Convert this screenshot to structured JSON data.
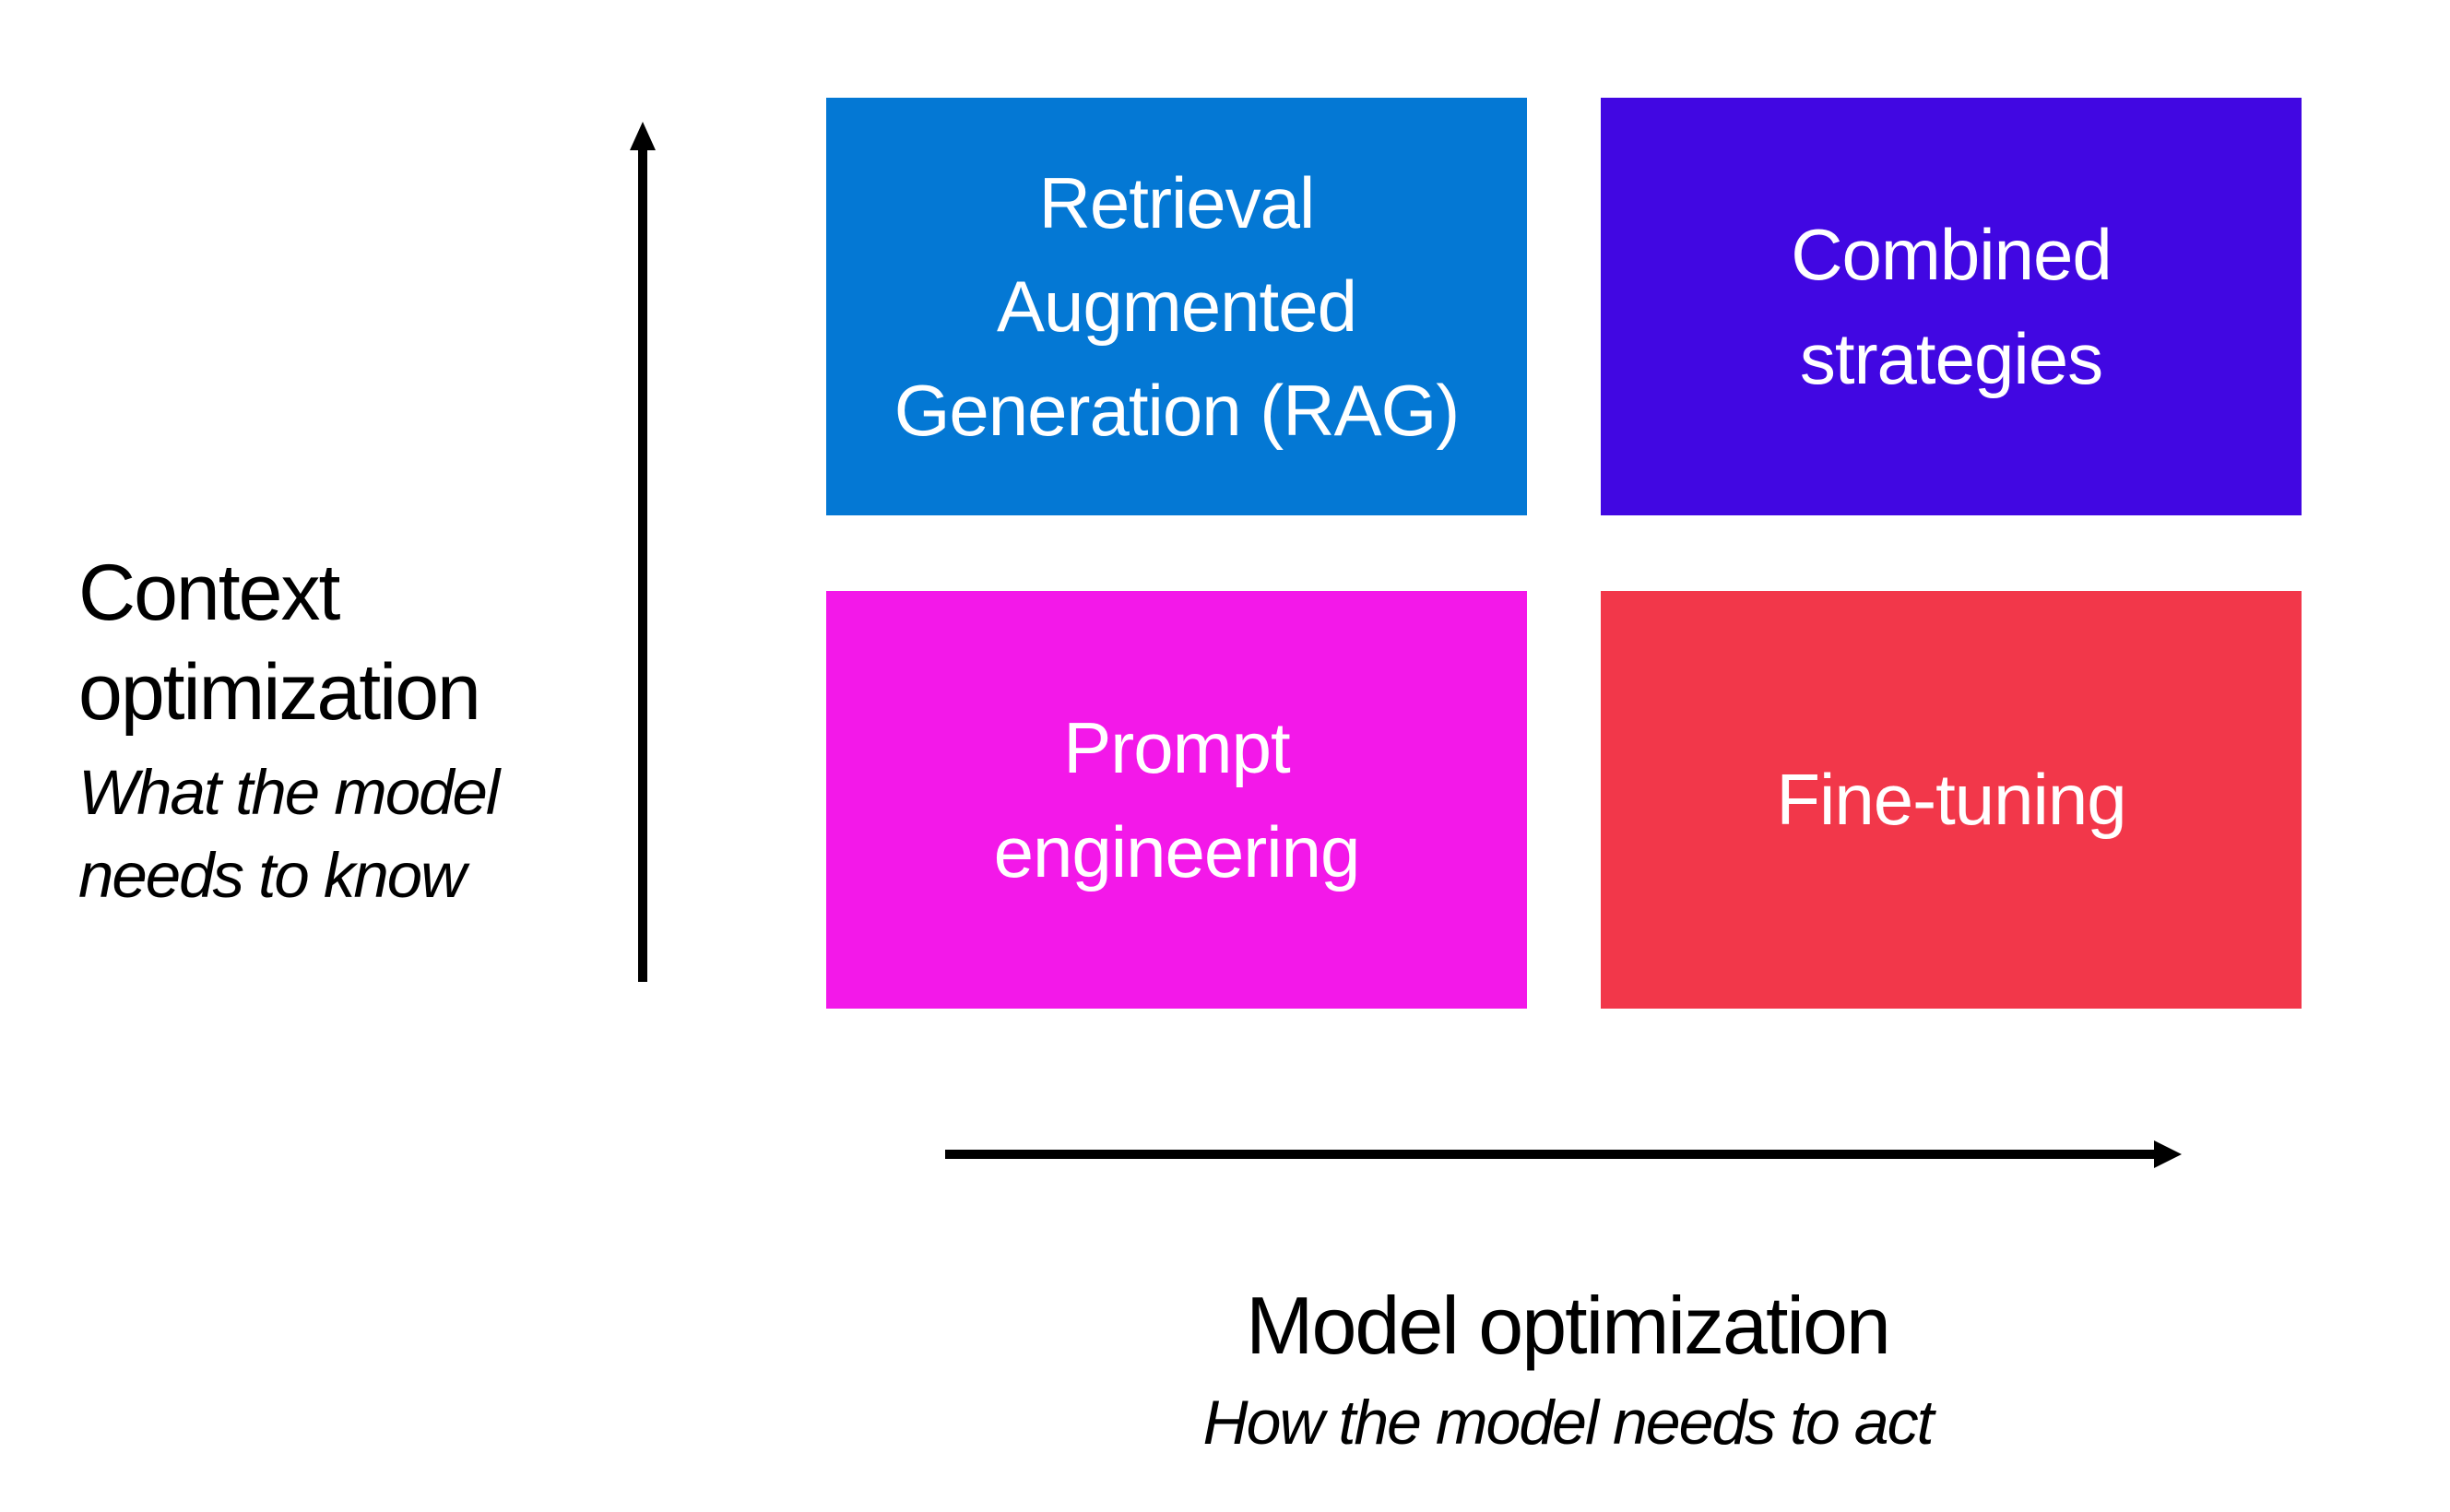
{
  "diagram": {
    "title_implicit": "LLM optimization strategies quadrant",
    "background_color": "#FFFFFF",
    "arrow_color": "#000000",
    "box_text_color": "#FFFFFF",
    "quadrants": [
      {
        "id": "rag",
        "position": "top-left",
        "label": "Retrieval\nAugmented\nGeneration (RAG)",
        "color": "#0478D4"
      },
      {
        "id": "combined",
        "position": "top-right",
        "label": "Combined\nstrategies",
        "color": "#4107E2"
      },
      {
        "id": "prompt",
        "position": "bottom-left",
        "label": "Prompt\nengineering",
        "color": "#F318E9"
      },
      {
        "id": "fine",
        "position": "bottom-right",
        "label": "Fine-tuning",
        "color": "#F2374A"
      }
    ],
    "y_axis": {
      "title": "Context\noptimization",
      "subtitle": "What the model\nneeds to know"
    },
    "x_axis": {
      "title": "Model optimization",
      "subtitle": "How the model needs to act"
    }
  }
}
